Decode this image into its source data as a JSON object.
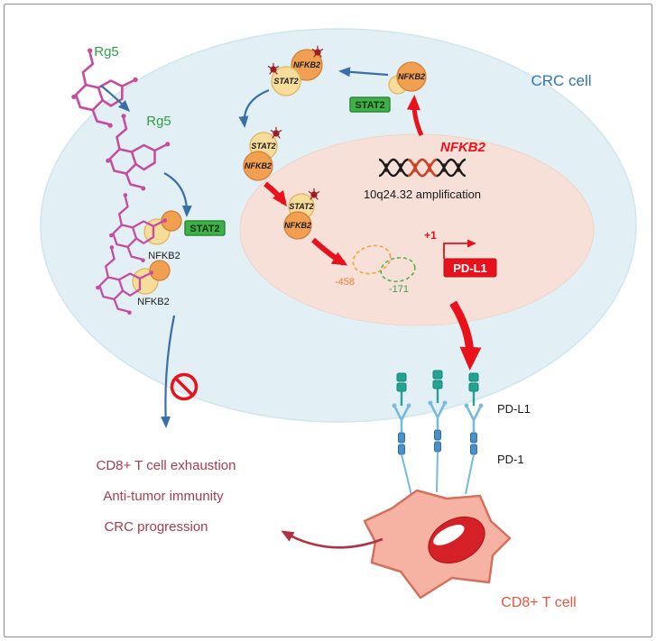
{
  "figure": {
    "cell_label": "CRC cell",
    "tcell_label": "CD8+ T cell"
  },
  "ligand": {
    "name_top": "Rg5",
    "name_internalized": "Rg5"
  },
  "proteins": {
    "nfkb2": "NFKB2",
    "stat2": "STAT2"
  },
  "nucleus": {
    "gene": "NFKB2",
    "amplification": "10q24.32 amplification",
    "tss": "+1",
    "target_gene": "PD-L1",
    "binding_site_left": "-458",
    "binding_site_right": "-171"
  },
  "membrane": {
    "pdl1": "PD-L1",
    "pd1": "PD-1"
  },
  "outcomes": [
    "CD8+ T cell exhaustion",
    "Anti-tumor immunity",
    "CRC progression"
  ],
  "colors": {
    "cell_fill": "#e2eff5",
    "nucleus_fill": "#f6e0d8",
    "rg5_green": "#2f9e44",
    "stat2_box_green": "#3faf49",
    "nfkb2_orange": "#f0a050",
    "stat2_yellow": "#f7dc9a",
    "molecule_magenta": "#c44da0",
    "arrow_blue": "#3a6ea8",
    "arrow_red": "#e8111c",
    "outcome_text_red": "#a83c4e",
    "tcell_label_red": "#e4573f",
    "crc_label_blue": "#2e75b6",
    "pdl1_teal": "#23a393",
    "pd1_blue": "#4a90c8",
    "dna_highlight": "#d43f1f"
  }
}
